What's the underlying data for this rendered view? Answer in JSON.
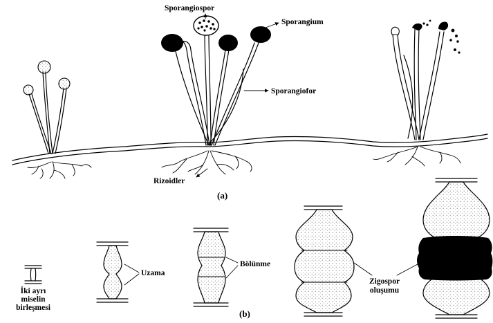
{
  "part_a": {
    "caption": "(a)",
    "labels": {
      "sporangiospor": "Sporangiospor",
      "sporangium": "Sporangium",
      "sporangiofor": "Sporangiofor",
      "rizoidler": "Rizoidler"
    }
  },
  "part_b": {
    "caption": "(b)",
    "labels": {
      "iki_line1": "İki ayrı",
      "iki_line2": "miselin",
      "iki_line3": "birleşmesi",
      "uzama": "Uzama",
      "bolunme": "Bölünme",
      "zigospor_line1": "Zigospor",
      "zigospor_line2": "oluşumu"
    }
  },
  "colors": {
    "ink": "#000000",
    "background": "#ffffff"
  }
}
